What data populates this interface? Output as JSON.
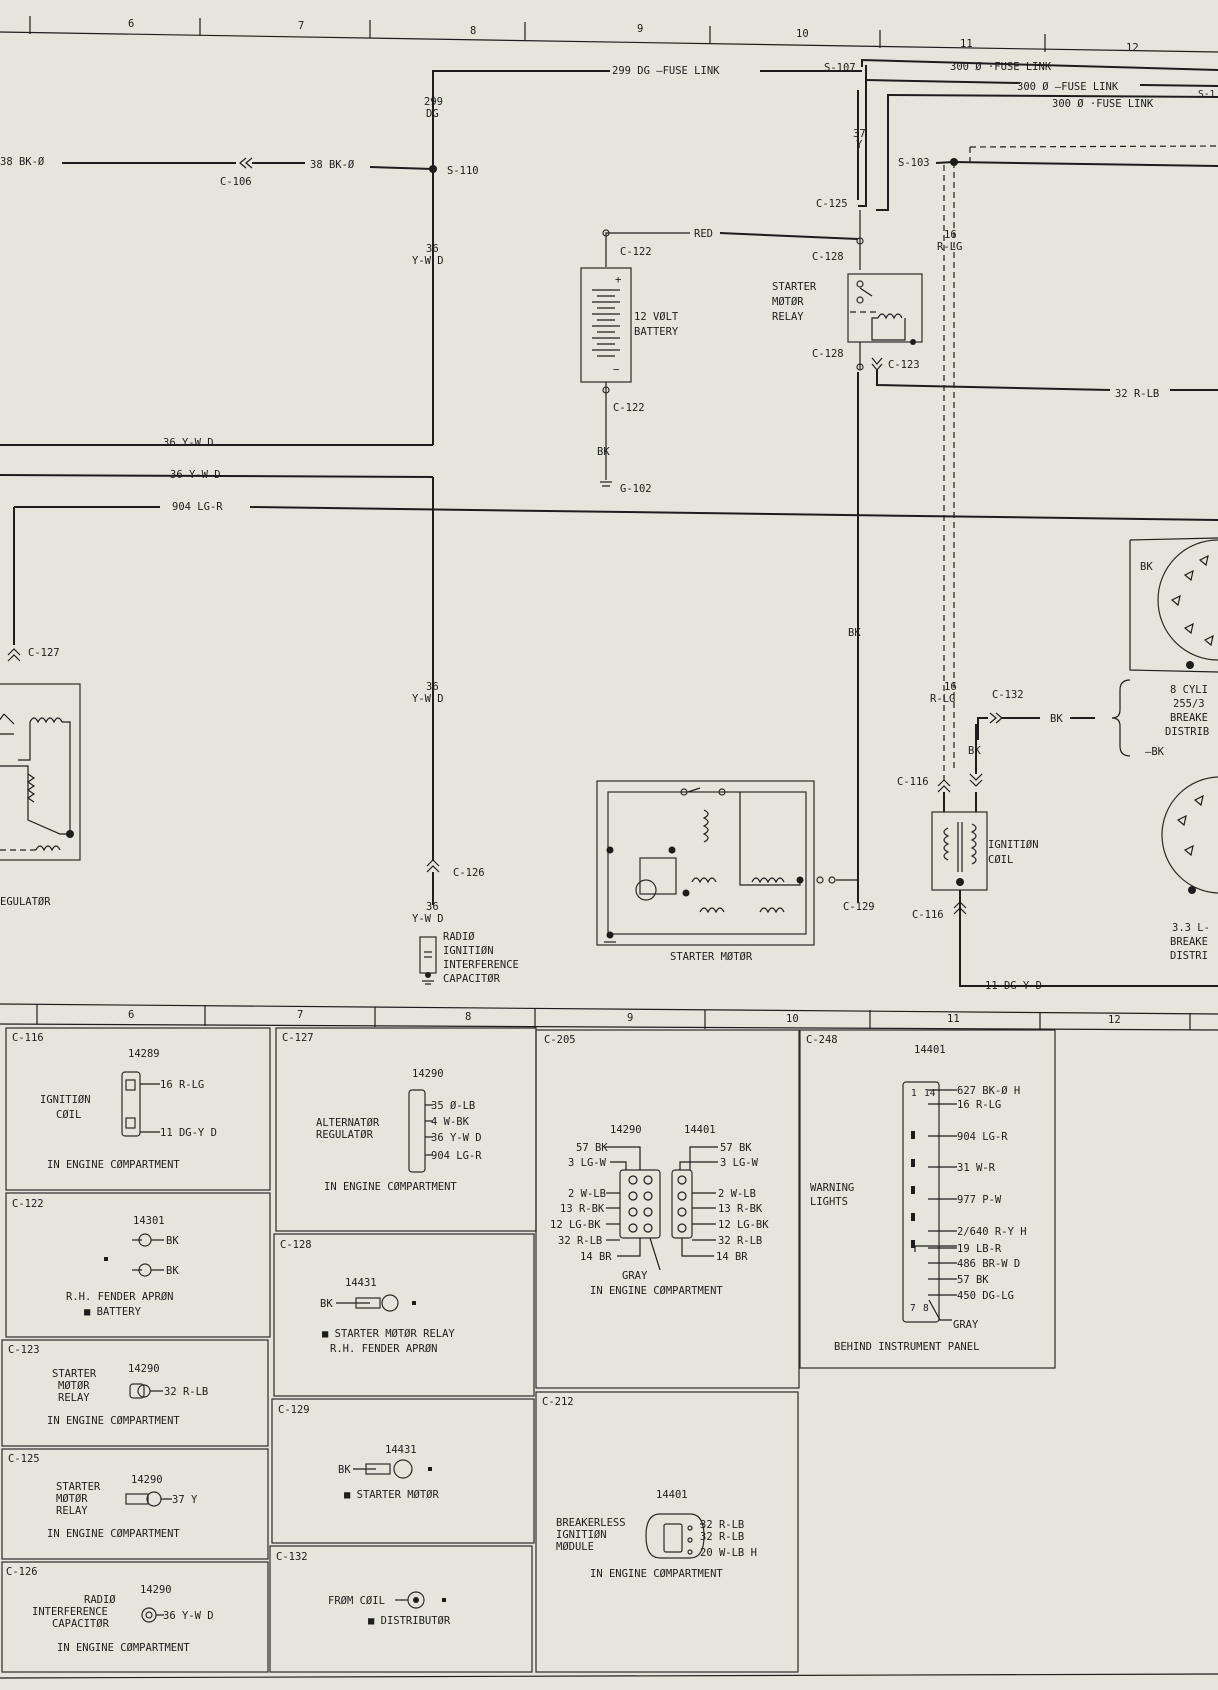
{
  "grid_top": [
    "6",
    "7",
    "8",
    "9",
    "10",
    "11",
    "12"
  ],
  "grid_mid": [
    "6",
    "7",
    "8",
    "9",
    "10",
    "11",
    "12"
  ],
  "wires": {
    "w299_fuse": "299 DG  —FUSE LINK",
    "w300_1": "300 Ø ·FUSE LINK",
    "w300_2": "300 Ø  —FUSE LINK",
    "w300_3": "300 Ø ·FUSE LINK",
    "w38_left": "38 BK-Ø",
    "w38_mid": "38 BK-Ø",
    "w299_vert": "299",
    "w299_dg": "DG",
    "w37": "37",
    "w37_y": "Y",
    "w36_top_a": "36",
    "w36_top_b": "Y-W D",
    "w16_top_a": "16",
    "w16_top_b": "R-LG",
    "red": "RED",
    "w36_h1": "36 Y-W D",
    "w36_h2": "36 Y-W D",
    "w904": "904 LG-R",
    "w32": "32 R-LB",
    "bk_battery": "BK",
    "bk_vert": "BK",
    "w36_mid_a": "36",
    "w36_mid_b": "Y-W D",
    "w36_bot_a": "36",
    "w36_bot_b": "Y-W D",
    "w16_mid_a": "16",
    "w16_mid_b": "R-LG",
    "bk_c132": "BK",
    "bk_coil": "BK",
    "bk_dist": "BK",
    "bk_dist2": "—BK",
    "w11": "11 DG-Y D"
  },
  "refs": {
    "s107": "S-107",
    "s1": "S-1",
    "s110": "S-110",
    "s103": "S-103",
    "c106": "C-106",
    "c125": "C-125",
    "c128a": "C-128",
    "c128b": "C-128",
    "c123": "C-123",
    "c122a": "C-122",
    "c122b": "C-122",
    "g102": "G-102",
    "c127": "C-127",
    "c132": "C-132",
    "c116a": "C-116",
    "c116b": "C-116",
    "c126": "C-126",
    "c129": "C-129"
  },
  "components": {
    "battery": [
      "12 VØLT",
      "BATTERY"
    ],
    "starter_relay": [
      "STARTER",
      "MØTØR",
      "RELAY"
    ],
    "regulator": "EGULATØR",
    "radio_cap": [
      "RADIØ",
      "IGNITIØN",
      "INTERFERENCE",
      "CAPACITØR"
    ],
    "starter_motor": "STARTER  MØTØR",
    "ignition_coil": [
      "IGNITIØN",
      "CØIL"
    ],
    "dist_8cyl": [
      "8 CYLI",
      "255/3",
      "BREAKE",
      "DISTRIB"
    ],
    "dist_6cyl": [
      "3.3 L-",
      "BREAKE",
      "DISTRI"
    ]
  },
  "connectors": {
    "c116": {
      "id": "C-116",
      "part": "14289",
      "name": [
        "IGNITIØN",
        "CØIL"
      ],
      "pins": [
        "16 R-LG",
        "11 DG-Y D"
      ],
      "loc": "IN ENGINE CØMPARTMENT"
    },
    "c122": {
      "id": "C-122",
      "part": "14301",
      "pins": [
        "BK",
        "BK"
      ],
      "loc": [
        "R.H. FENDER APRØN",
        "■ BATTERY"
      ]
    },
    "c123": {
      "id": "C-123",
      "part": "14290",
      "name": [
        "STARTER",
        "MØTØR",
        "RELAY"
      ],
      "pins": [
        "32 R-LB"
      ],
      "loc": "IN ENGINE CØMPARTMENT"
    },
    "c125": {
      "id": "C-125",
      "part": "14290",
      "name": [
        "STARTER",
        "MØTØR",
        "RELAY"
      ],
      "pins": [
        "37 Y"
      ],
      "loc": "IN ENGINE CØMPARTMENT"
    },
    "c126": {
      "id": "C-126",
      "part": "14290",
      "name": [
        "RADIØ",
        "INTERFERENCE",
        "CAPACITØR"
      ],
      "pins": [
        "36 Y-W D"
      ],
      "loc": "IN ENGINE CØMPARTMENT"
    },
    "c127": {
      "id": "C-127",
      "part": "14290",
      "name": [
        "ALTERNATØR",
        "REGULATØR"
      ],
      "pins": [
        "35 Ø-LB",
        "4 W-BK",
        "36 Y-W D",
        "904 LG-R"
      ],
      "loc": "IN ENGINE CØMPARTMENT"
    },
    "c128": {
      "id": "C-128",
      "part": "14431",
      "pins": [
        "BK"
      ],
      "loc": [
        "■ STARTER MØTØR RELAY",
        "R.H. FENDER APRØN"
      ]
    },
    "c129": {
      "id": "C-129",
      "part": "14431",
      "pins": [
        "BK"
      ],
      "loc": [
        "■ STARTER MØTØR"
      ]
    },
    "c132": {
      "id": "C-132",
      "pins": [
        "FRØM CØIL"
      ],
      "loc": [
        "■ DISTRIBUTØR"
      ]
    },
    "c205": {
      "id": "C-205",
      "part_l": "14290",
      "part_r": "14401",
      "left": [
        "57 BK",
        "3 LG-W",
        "2 W-LB",
        "13 R-BK",
        "12 LG-BK",
        "32 R-LB",
        "14 BR"
      ],
      "right": [
        "57 BK",
        "3 LG-W",
        "2 W-LB",
        "13 R-BK",
        "12 LG-BK",
        "32 R-LB",
        "14 BR"
      ],
      "gray": "GRAY",
      "loc": "IN ENGINE CØMPARTMENT"
    },
    "c212": {
      "id": "C-212",
      "part": "14401",
      "name": [
        "BREAKERLESS",
        "IGNITIØN",
        "MØDULE"
      ],
      "pins": [
        "32 R-LB",
        "32 R-LB",
        "20 W-LB H"
      ],
      "loc": "IN ENGINE CØMPARTMENT"
    },
    "c248": {
      "id": "C-248",
      "part": "14401",
      "name": [
        "WARNING",
        "LIGHTS"
      ],
      "pin_nums": [
        "1",
        "14",
        "7",
        "8"
      ],
      "pins": [
        "627 BK-Ø H",
        "16 R-LG",
        "904 LG-R",
        "31 W-R",
        "977 P-W",
        "2/640 R-Y H",
        "19 LB-R",
        "486 BR-W D",
        "57 BK",
        "450 DG-LG"
      ],
      "gray": "GRAY",
      "loc": "BEHIND INSTRUMENT PANEL"
    }
  }
}
